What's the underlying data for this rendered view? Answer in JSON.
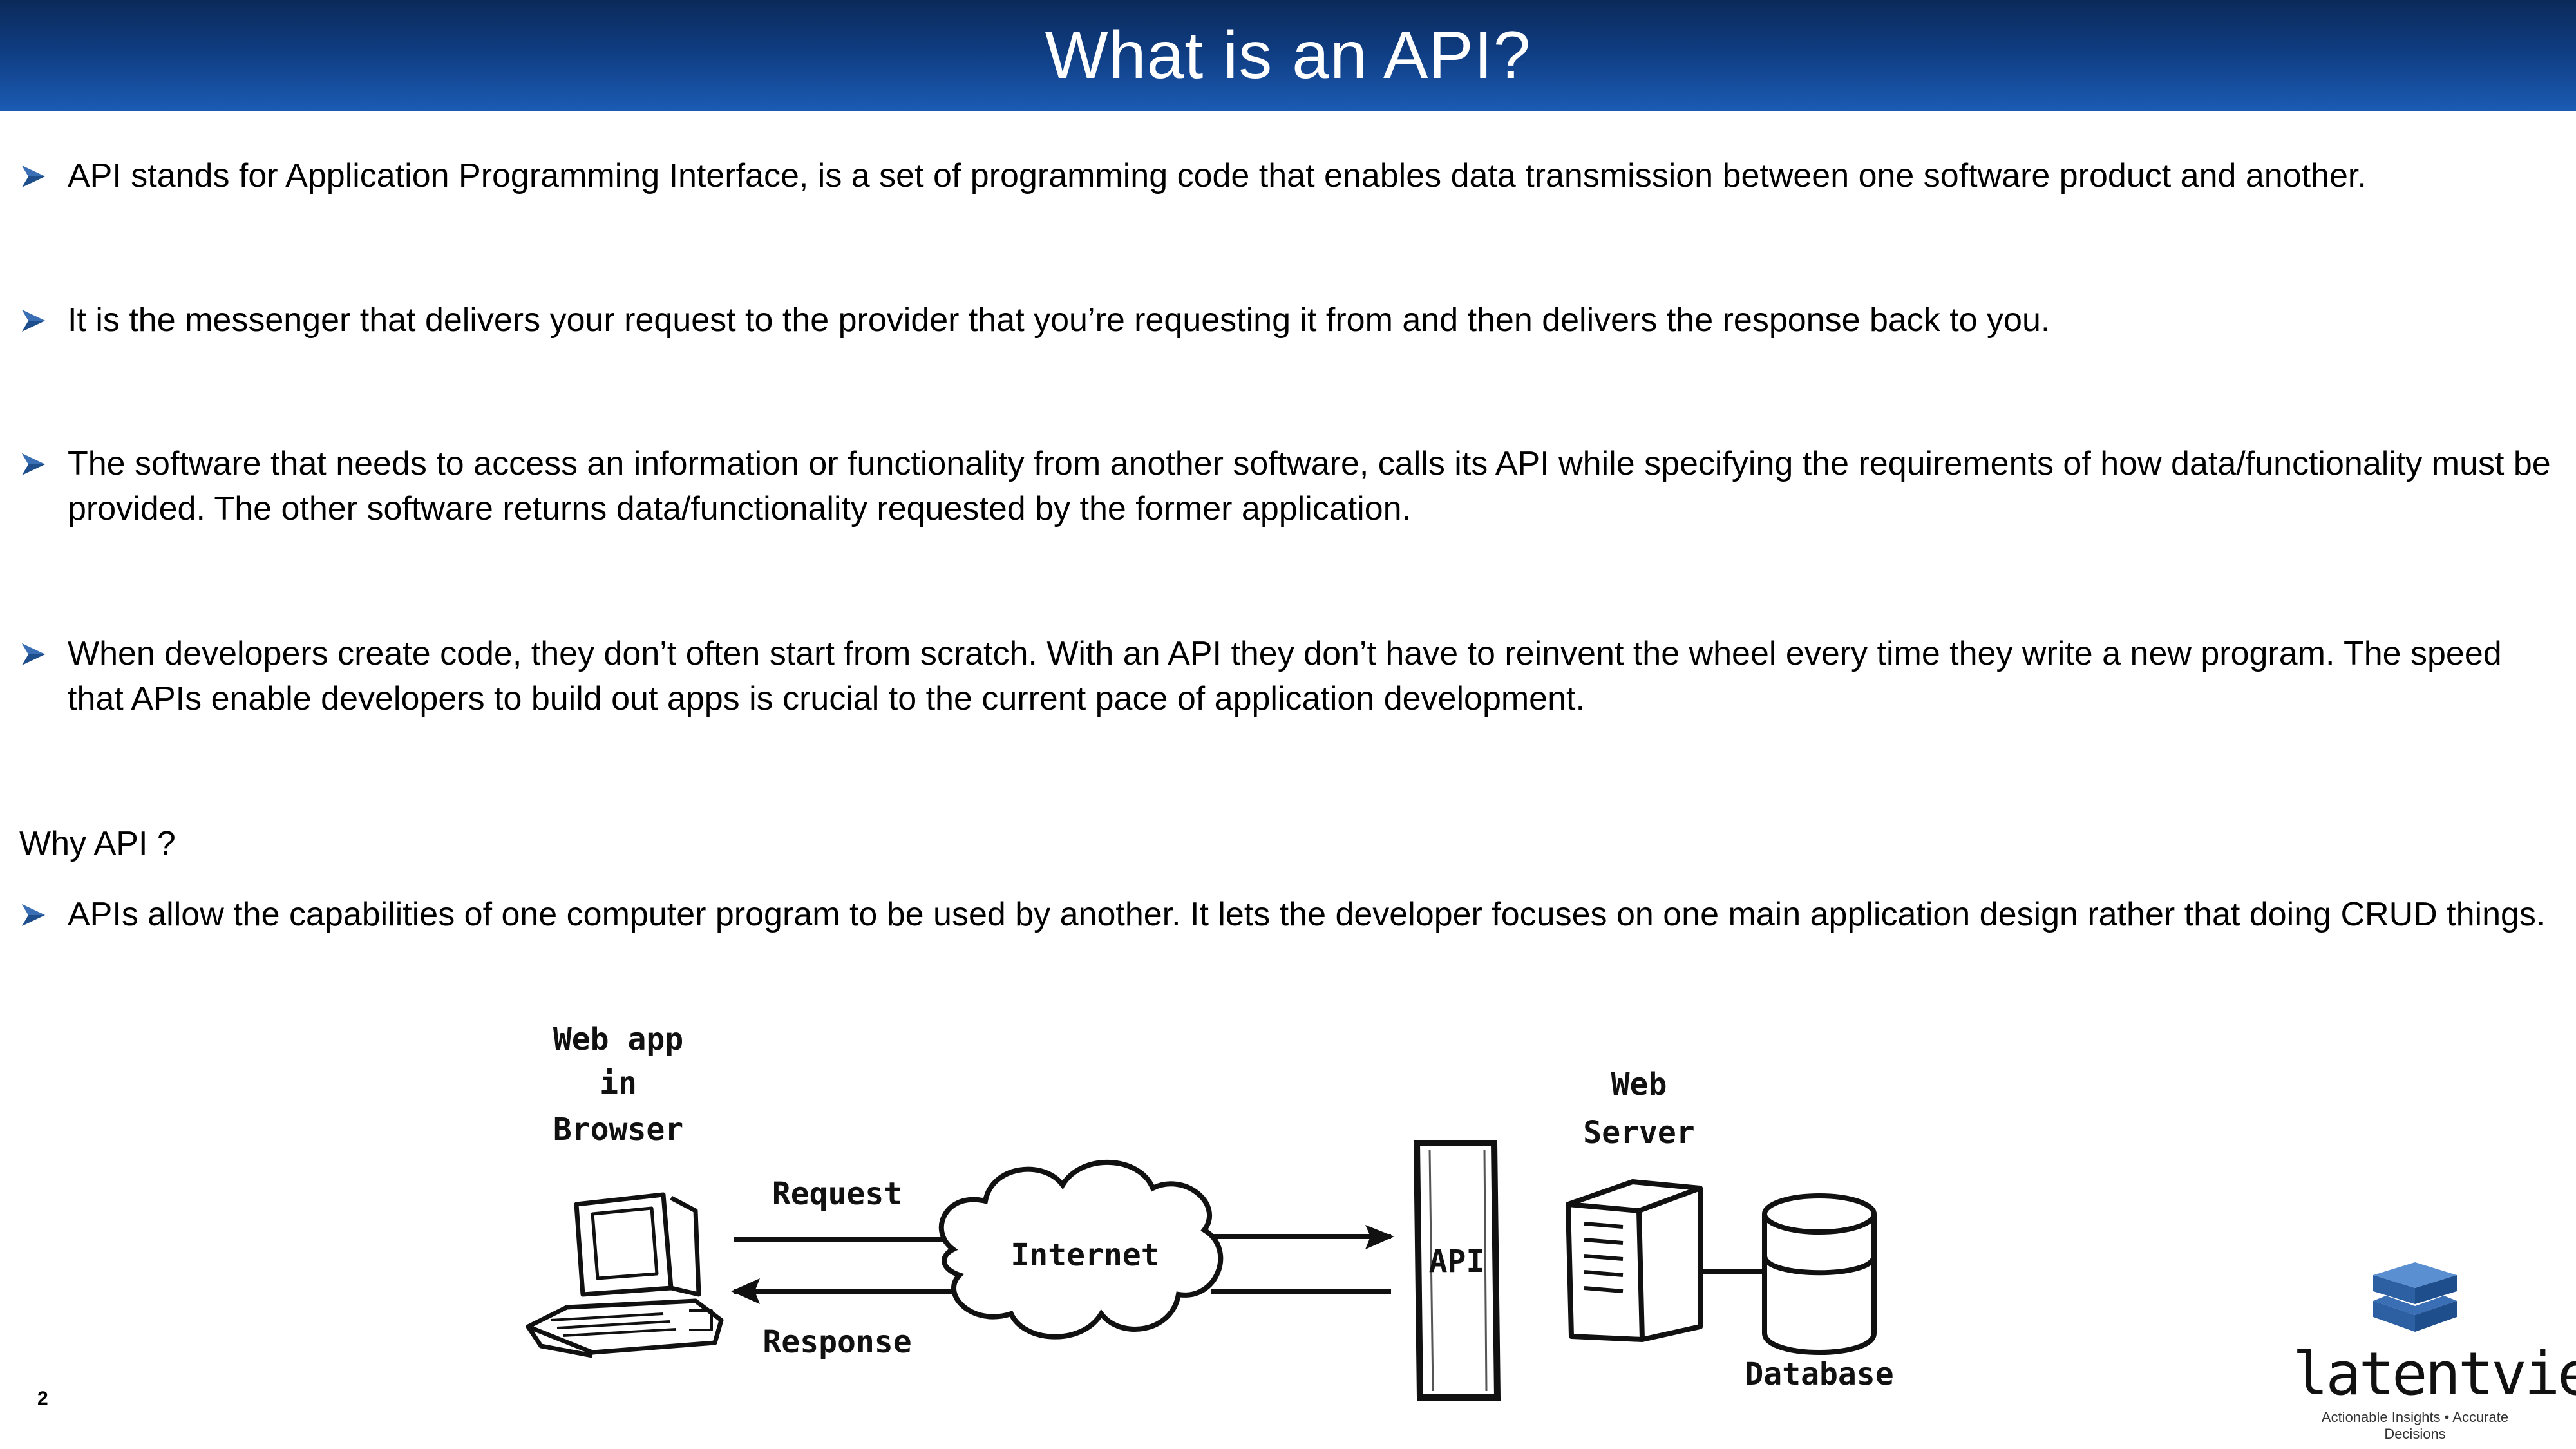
{
  "header": {
    "title": "What is an API?"
  },
  "bullets": [
    "API stands for Application Programming Interface, is a set of programming code that enables data transmission between one software product and another.",
    "It is the messenger that delivers your request to the provider that you’re requesting it from and then delivers the response back to you.",
    "The software that needs to access an information or functionality from another software, calls its API while specifying the requirements of how data/functionality must be provided. The other software returns data/functionality requested by the former application.",
    "When developers create code, they don’t often start from scratch. With an API they don’t have to reinvent the wheel every time they write a new program. The speed that APIs enable developers to build out apps is crucial to the current pace of application development."
  ],
  "why_heading": "Why API ?",
  "why_bullets": [
    "APIs allow the capabilities of one computer program to be used by another.  It lets the developer focuses on one main application design rather that doing CRUD things."
  ],
  "diagram": {
    "client_line1": "Web app",
    "client_line2": "in",
    "client_line3": "Browser",
    "request": "Request",
    "response": "Response",
    "internet": "Internet",
    "api": "API",
    "server_line1": "Web",
    "server_line2": "Server",
    "database": "Database"
  },
  "footer": {
    "slide_number": "2",
    "logo_text": "latentview",
    "logo_tagline": "Actionable Insights • Accurate Decisions"
  },
  "colors": {
    "title_bar": "#0f3c80",
    "bullet_arrow": "#1f4e8c"
  }
}
